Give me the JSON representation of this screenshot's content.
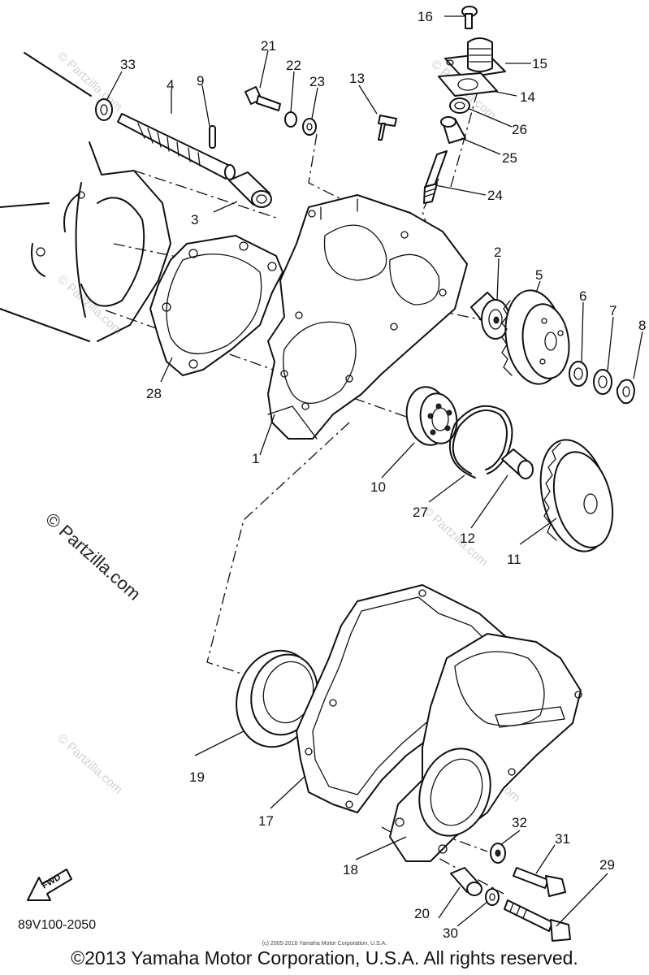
{
  "diagram": {
    "diagram_code": "89V100-2050",
    "watermark": "© Partzilla.com",
    "faint_watermark": "© Partzilla.com",
    "tiny_credit": "(c) 2005-2016 Yamaha Motor Corporation, U.S.A.",
    "copyright": "©2013 Yamaha Motor Corporation, U.S.A. All rights reserved.",
    "fwd_label": "FWD",
    "callouts": {
      "p1": "1",
      "p2": "2",
      "p3": "3",
      "p4": "4",
      "p5": "5",
      "p6": "6",
      "p7": "7",
      "p8": "8",
      "p9": "9",
      "p10": "10",
      "p11": "11",
      "p12": "12",
      "p13": "13",
      "p14": "14",
      "p15": "15",
      "p16": "16",
      "p17": "17",
      "p18": "18",
      "p19": "19",
      "p20": "20",
      "p21": "21",
      "p22": "22",
      "p23": "23",
      "p24": "24",
      "p25": "25",
      "p26": "26",
      "p27": "27",
      "p28": "28",
      "p29": "29",
      "p30": "30",
      "p31": "31",
      "p32": "32",
      "p33": "33"
    }
  }
}
